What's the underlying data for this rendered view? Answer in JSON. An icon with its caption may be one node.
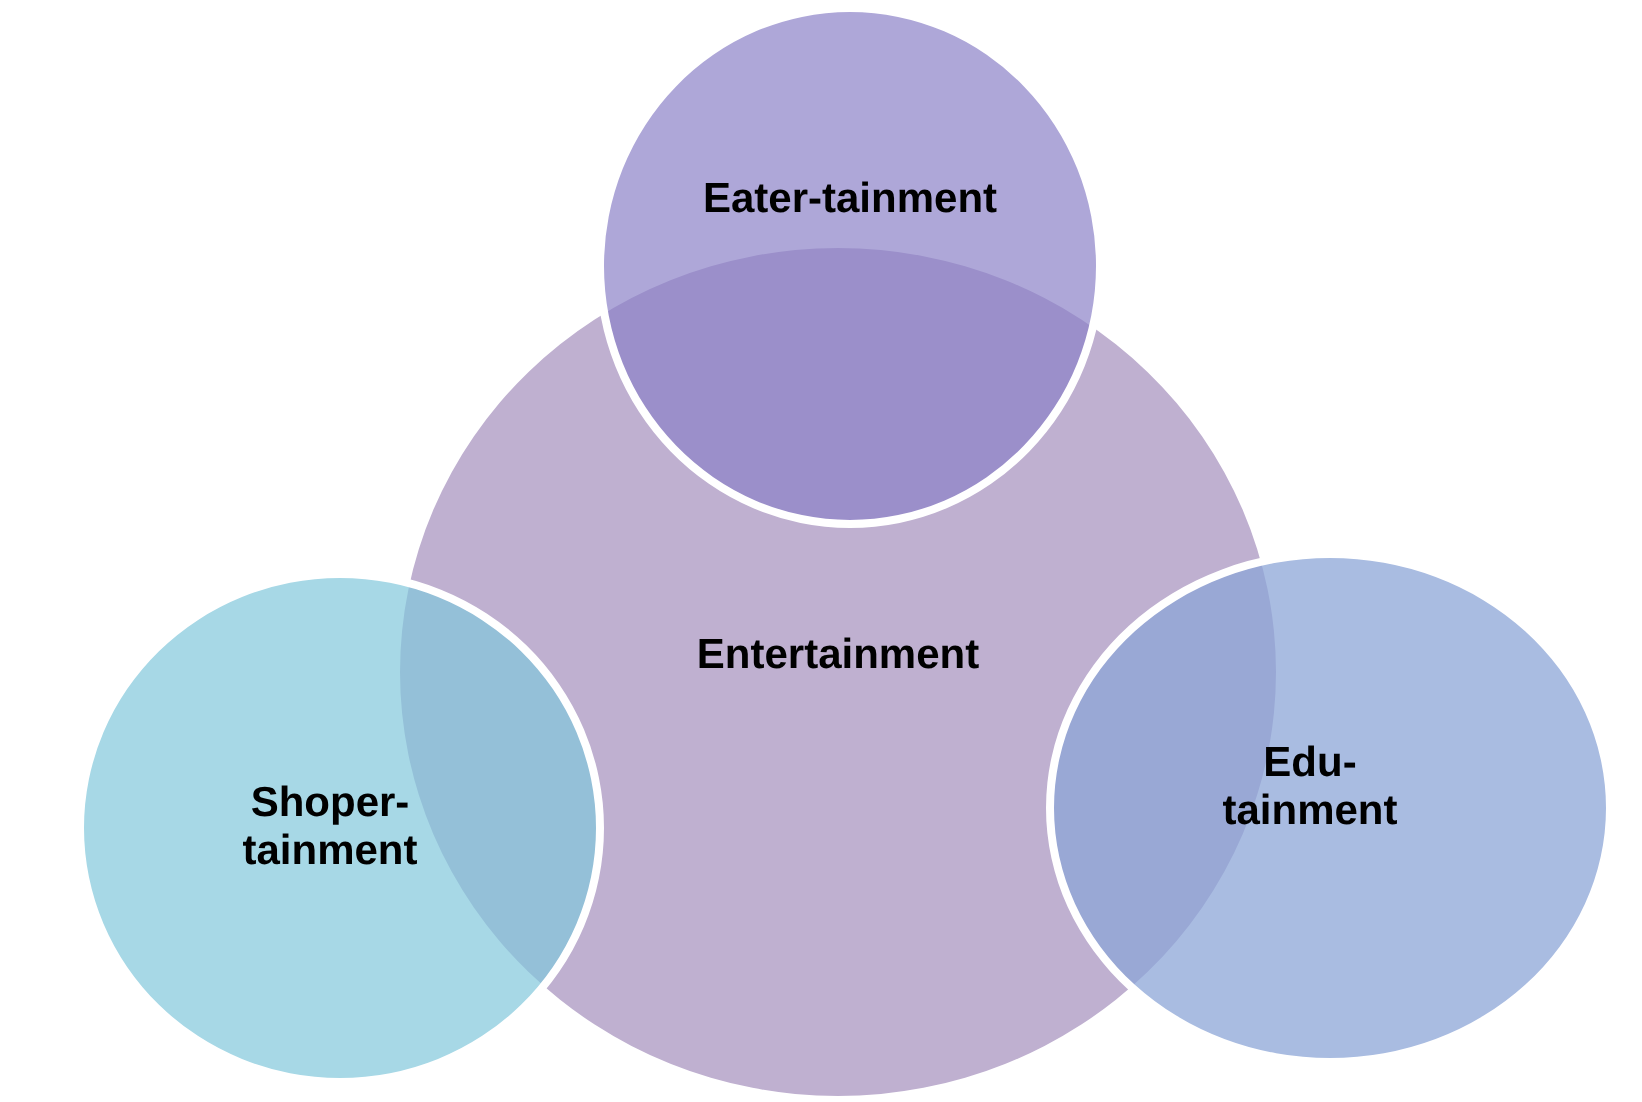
{
  "diagram": {
    "nodes": [
      {
        "text": [
          "Entertainment"
        ]
      },
      {
        "text": [
          "Eater-tainment"
        ]
      },
      {
        "text": [
          "Shoper- tainment"
        ]
      },
      {
        "text": [
          "Edu- tainment"
        ]
      }
    ]
  }
}
